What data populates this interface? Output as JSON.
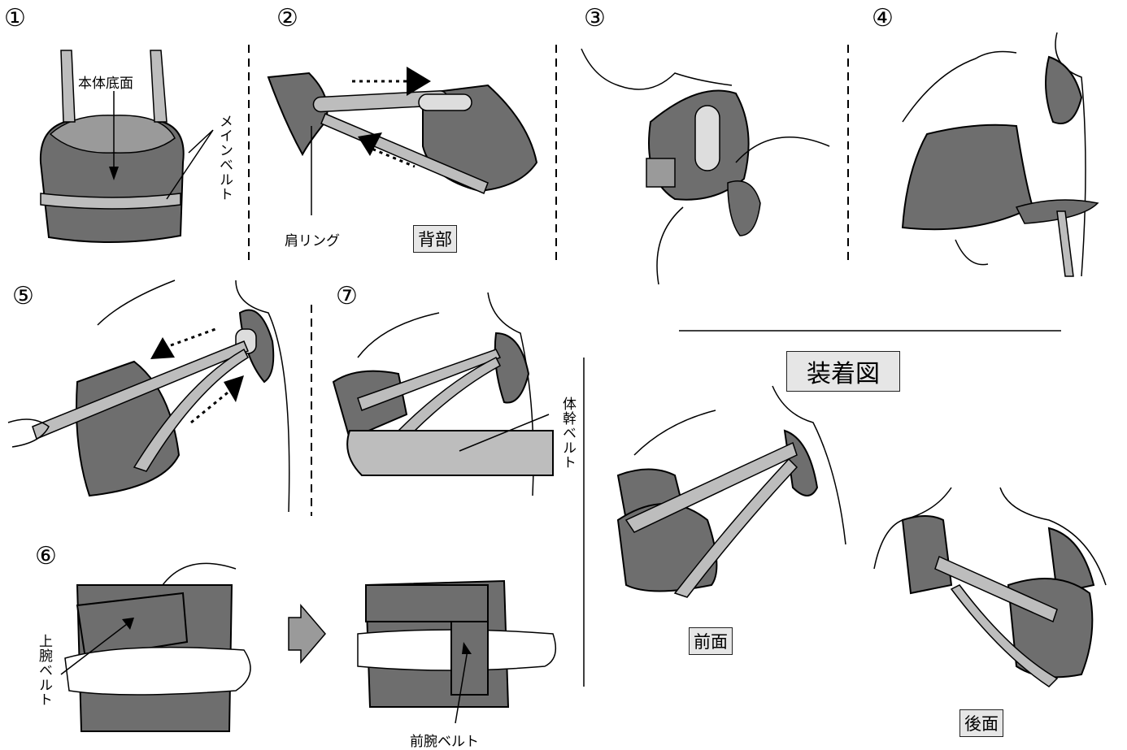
{
  "steps": [
    "①",
    "②",
    "③",
    "④",
    "⑤",
    "⑥",
    "⑦"
  ],
  "labels": {
    "body_bottom": "本体底面",
    "main_belt": "メインベルト",
    "shoulder_ring": "肩リング",
    "trunk_belt": "体幹ベルト",
    "upper_arm_belt": "上腕ベルト",
    "forearm_belt": "前腕ベルト"
  },
  "boxes": {
    "back": "背部",
    "wearing_diagram": "装着図",
    "front_view": "前面",
    "rear_view": "後面"
  },
  "colors": {
    "dark_fill": "#6e6e6e",
    "light_fill": "#bdbdbd",
    "box_fill": "#e6e6e6"
  }
}
